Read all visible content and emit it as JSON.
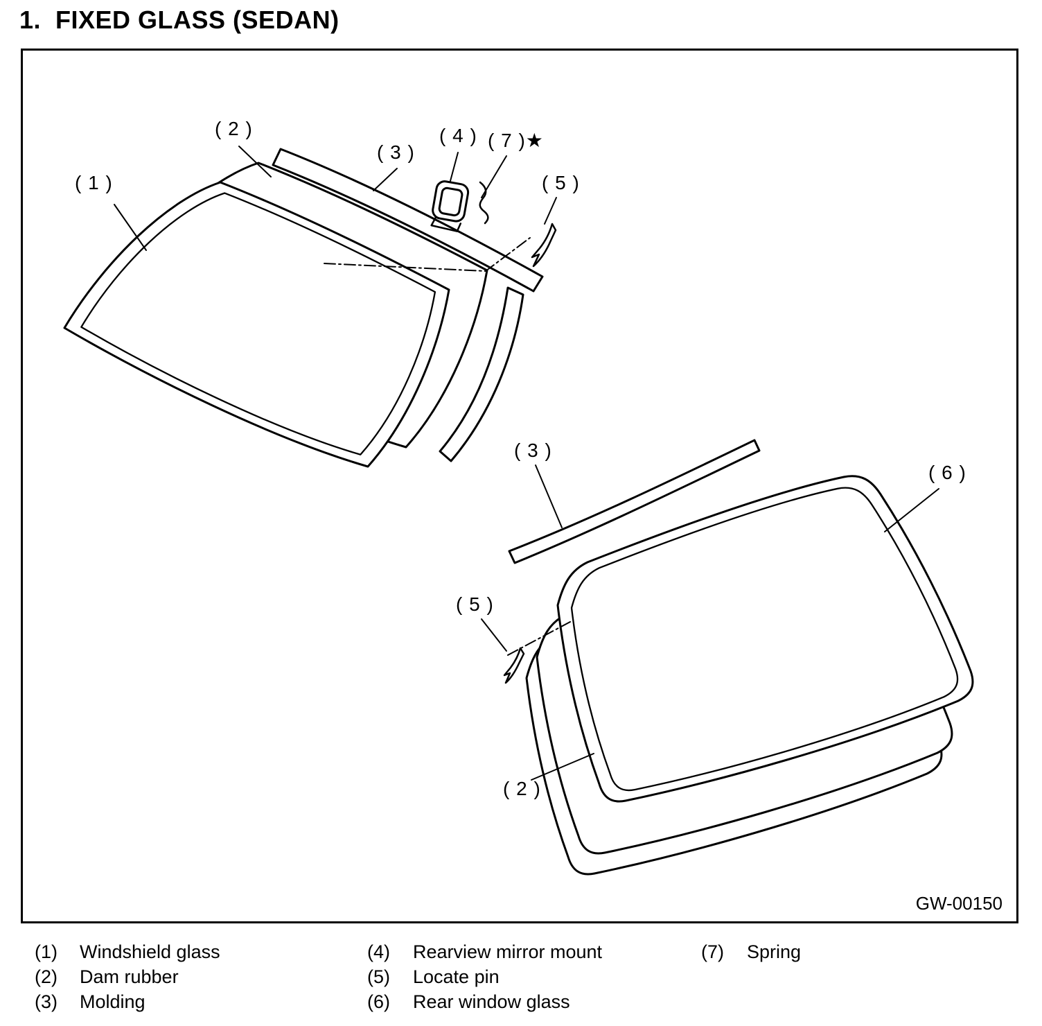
{
  "page": {
    "title": "1.  FIXED GLASS (SEDAN)",
    "figure_id": "GW-00150"
  },
  "callouts": {
    "windshield_glass": "( 1 )",
    "dam_rubber_top": "( 2 )",
    "molding_top": "( 3 )",
    "mirror_mount": "( 4 )",
    "spring": "( 7 )★",
    "locate_pin_top": "( 5 )",
    "molding_bottom": "( 3 )",
    "rear_window_glass": "( 6 )",
    "locate_pin_bottom": "( 5 )",
    "dam_rubber_bottom": "( 2 )"
  },
  "legend": {
    "items": [
      {
        "num": "(1)",
        "label": "Windshield glass"
      },
      {
        "num": "(2)",
        "label": "Dam rubber"
      },
      {
        "num": "(3)",
        "label": "Molding"
      },
      {
        "num": "(4)",
        "label": "Rearview mirror mount"
      },
      {
        "num": "(5)",
        "label": "Locate pin"
      },
      {
        "num": "(6)",
        "label": "Rear window glass"
      },
      {
        "num": "(7)",
        "label": "Spring"
      }
    ]
  }
}
